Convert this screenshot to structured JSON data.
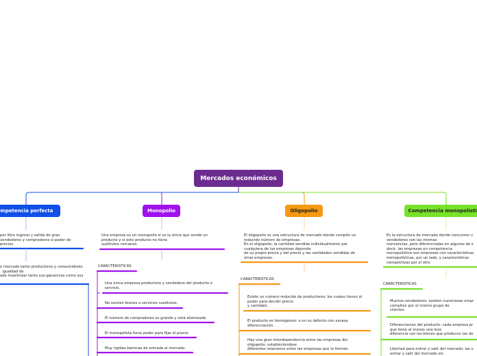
{
  "central": {
    "label": "Mercados económicos"
  },
  "colors": {
    "central": "#6b2c8f",
    "perfecta": "#1150e8",
    "monopolio": "#a012ec",
    "oligopolio": "#f49a10",
    "monopolistica": "#77e22a"
  },
  "branches": {
    "perfecta": {
      "label": "Competencia perfecta",
      "notes": [
        "por libre ingreso y salida de gran\nvendedores y compradores si poder de\nprecios.",
        "e mercado tanto productores y consumidores\n  igualdad de\nado maximizar tanto sus-ganancias como sus"
      ]
    },
    "monopolio": {
      "label": "Monopolio",
      "description": "Una empresa es un monopolio si es la única que vende un\nproducto y si este producto no tiene\nsustitutos cercanos.",
      "characteristics_label": "CARACTERISTICAS",
      "characteristics": [
        "Una única empresa productora y vendedora del producto o\nservicio.",
        "No existen bienes o servicios sustitutos.",
        "El número de compradores es grande y está atomizado.",
        "El monopolista tiene poder para fijar el precio.",
        "Muy rígidas barreras de entrada al mercado."
      ]
    },
    "oligopolio": {
      "label": "Oligopolio",
      "description": "El oligopolio es una estructura de mercado donde compite un\nreducido número de empresas.\nEn el oligopolio, la cantidad vendida individualmente por\ncualquiera de las empresas depende\nde su propio precio y del precio y las cantidades vendidas de\notras empresas.",
      "characteristics_label": "CARACTERISTICAS",
      "characteristics": [
        "Existe un número reducido de productores: los cuales tienen el\npoder para decidir precio\ny cantidad.",
        "El producto es homogéneo: o en su defecto con escasa\ndiferenciación.",
        "Hay una gran interdependencia entre las empresas del\noligopolio: estableciéndose\ndiferentes relaciones entre las empresas que lo forman."
      ]
    },
    "monopolistica": {
      "label": "Competencia monopolística",
      "description": "Es la estructura de mercado donde concurren v\nvendedores con las mismas\nmercancías, pero diferenciadas en algunos de s\ndecir, las empresas en competencia\nmonopolística son empresas con características\nmonopolísticas, por un lado, y características\ncompetitivas por el otro.",
      "characteristics_label": "CARACTERISTICAS",
      "characteristics": [
        "Muchos vendedores: existen numerosas empr\ncompiten por el mismo grupo de\nclientes.",
        "Diferenciación del producto: cada empresa pr\nque tiene al menos una leve\ndiferencia con los bienes que producen las de",
        "Libertad para entrar y salir del mercado: las e\nentrar y salir del mercado sin"
      ]
    }
  }
}
